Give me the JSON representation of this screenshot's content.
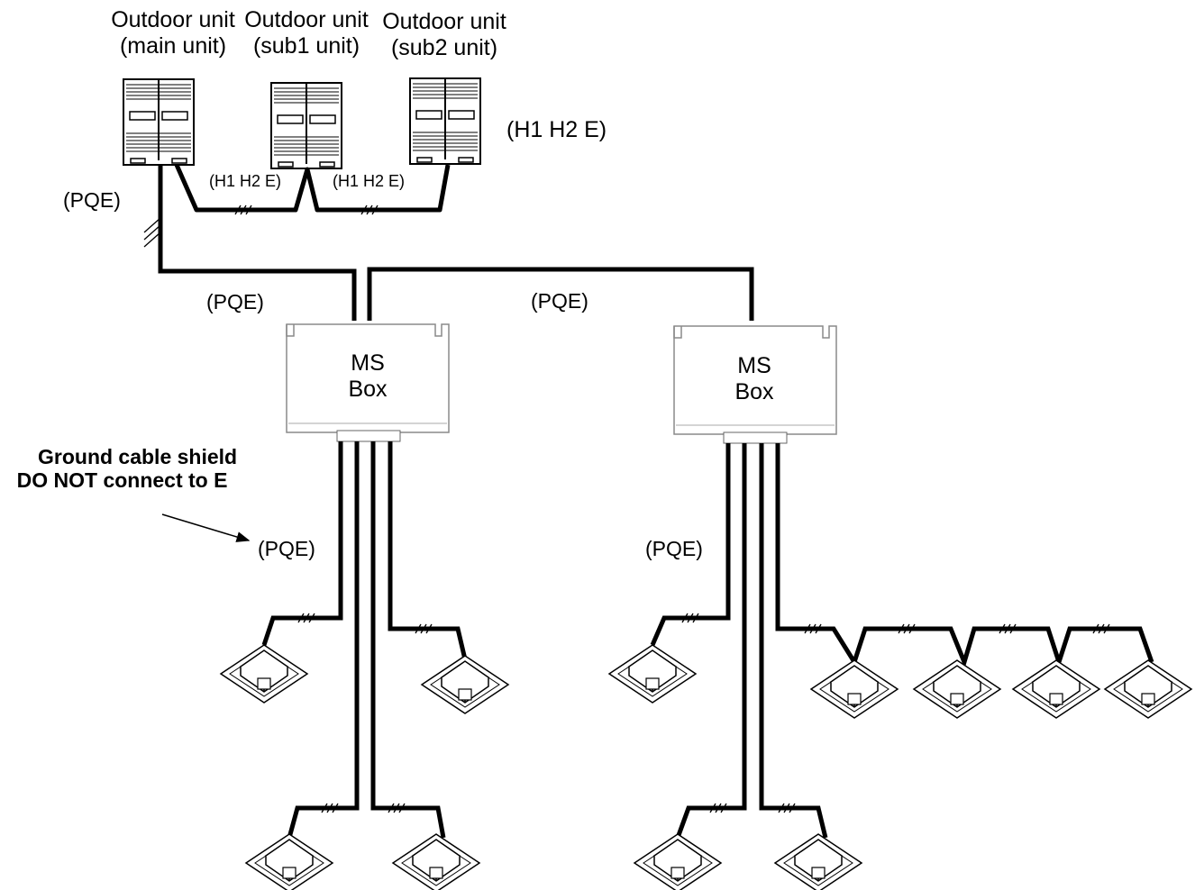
{
  "outdoor_units": [
    {
      "line1": "Outdoor unit",
      "line2": "(main unit)"
    },
    {
      "line1": "Outdoor unit",
      "line2": "(sub1 unit)"
    },
    {
      "line1": "Outdoor unit",
      "line2": "(sub2 unit)"
    }
  ],
  "labels": {
    "h1h2e_outdoor": "(H1 H2 E)",
    "h1h2e_link1": "(H1 H2 E)",
    "h1h2e_link2": "(H1 H2 E)",
    "pqe_outdoor": "(PQE)",
    "pqe_left": "(PQE)",
    "pqe_right": "(PQE)",
    "pqe_branch_left": "(PQE)",
    "pqe_branch_right": "(PQE)"
  },
  "ms_boxes": [
    {
      "line1": "MS",
      "line2": "Box"
    },
    {
      "line1": "MS",
      "line2": "Box"
    }
  ],
  "annotation": {
    "line1": "Ground cable shield",
    "line2": "DO NOT connect to E"
  },
  "colors": {
    "cable": "#000000",
    "box_stroke": "#555555",
    "background": "#ffffff"
  }
}
